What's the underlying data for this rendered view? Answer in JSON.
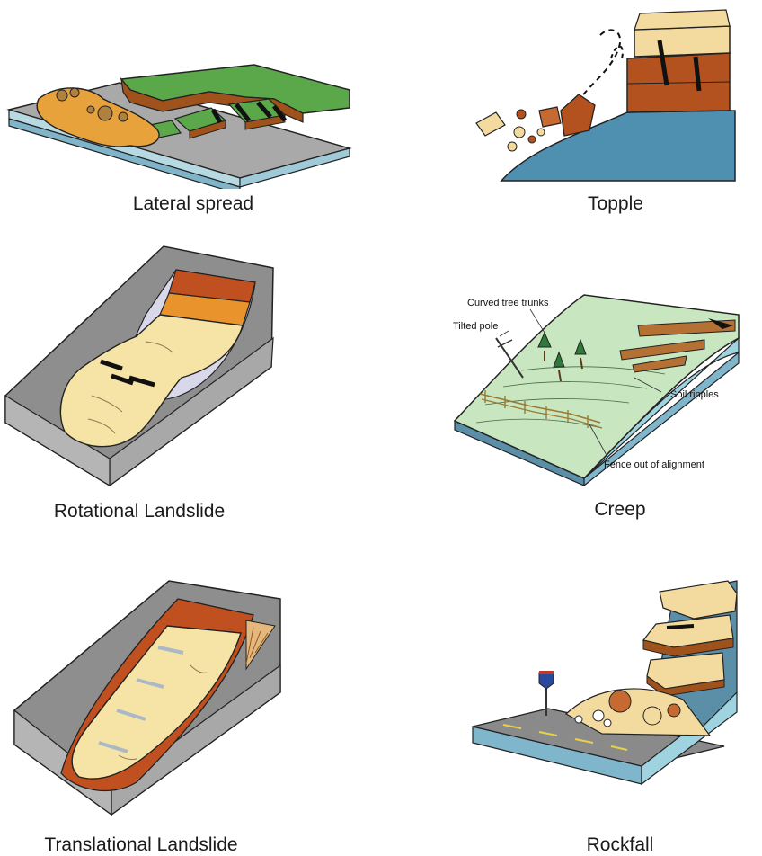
{
  "captions": {
    "lateral_spread": "Lateral spread",
    "topple": "Topple",
    "rotational": "Rotational Landslide",
    "creep": "Creep",
    "translational": "Translational Landslide",
    "rockfall": "Rockfall"
  },
  "creep_labels": {
    "curved_trees": "Curved tree trunks",
    "tilted_pole": "Tilted pole",
    "soil_ripples": "Soil ripples",
    "fence": "Fence out of alignment"
  },
  "colors": {
    "grass": "#5aa84a",
    "soil_orange": "#e8a23c",
    "soil_brown": "#a0521d",
    "rock_tan": "#f3dba0",
    "cliff_red": "#b4521f",
    "water_blue": "#4f8fb0",
    "slope_gray": "#8e8e8e",
    "creep_green": "#c8e6c0",
    "creep_blue": "#9fd3df"
  }
}
